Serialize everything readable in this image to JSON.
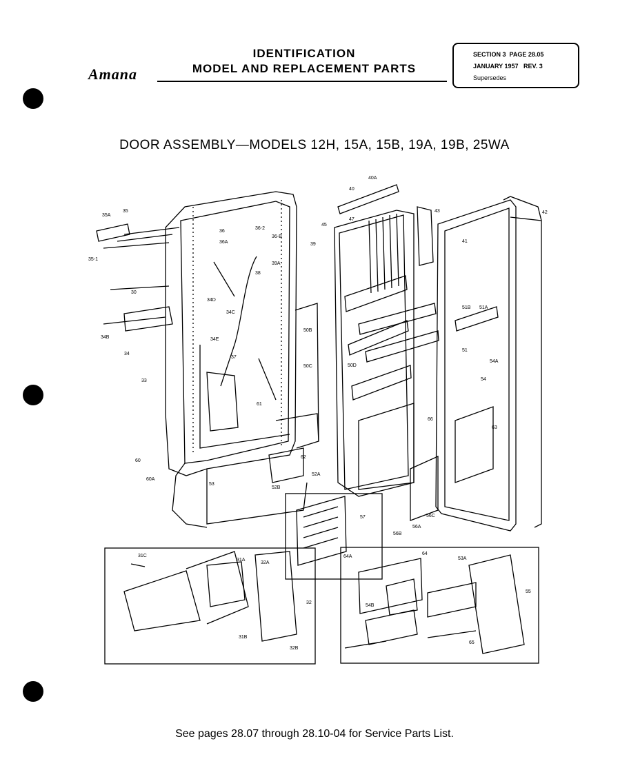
{
  "header": {
    "brand": "Amana",
    "line1": "IDENTIFICATION",
    "line2": "MODEL AND REPLACEMENT PARTS",
    "section": "SECTION 3",
    "page": "PAGE 28.05",
    "date": "JANUARY 1957",
    "rev": "REV. 3",
    "supersedes": "Supersedes"
  },
  "title": "DOOR ASSEMBLY—MODELS 12H, 15A, 15B, 19A, 19B, 25WA",
  "footer": "See pages 28.07 through 28.10-04 for Service Parts List.",
  "callouts": {
    "c35A": "35A",
    "c35": "35",
    "c35_1": "35-1",
    "c36": "36",
    "c36A": "36A",
    "c36_2": "36-2",
    "c36B": "36-B",
    "c39A": "39A",
    "c38": "38",
    "c39": "39",
    "c30": "30",
    "c34D": "34D",
    "c34C": "34C",
    "c34B": "34B",
    "c34E": "34E",
    "c34": "34",
    "c33": "33",
    "c37": "37",
    "c61": "61",
    "c62": "62",
    "c52A": "52A",
    "c52B": "52B",
    "c53": "53",
    "c60": "60",
    "c60A": "60A",
    "c40": "40",
    "c40A": "40A",
    "c45": "45",
    "c47": "47",
    "c43": "43",
    "c50B": "50B",
    "c50C": "50C",
    "c50D": "50D",
    "c41": "41",
    "c42": "42",
    "c51B": "51B",
    "c51A": "51A",
    "c51": "51",
    "c54A": "54A",
    "c54": "54",
    "c63": "63",
    "c56A": "56A",
    "c56B": "56B",
    "c56C": "56C",
    "c57": "57",
    "c32": "32",
    "c32A": "32A",
    "c32B": "32B",
    "c31B": "31B",
    "c31C": "31C",
    "c31A": "31A",
    "c55": "55",
    "c53A": "53A",
    "c54B": "54B",
    "c64": "64",
    "c64A": "64A",
    "c65": "65",
    "c66": "66"
  }
}
